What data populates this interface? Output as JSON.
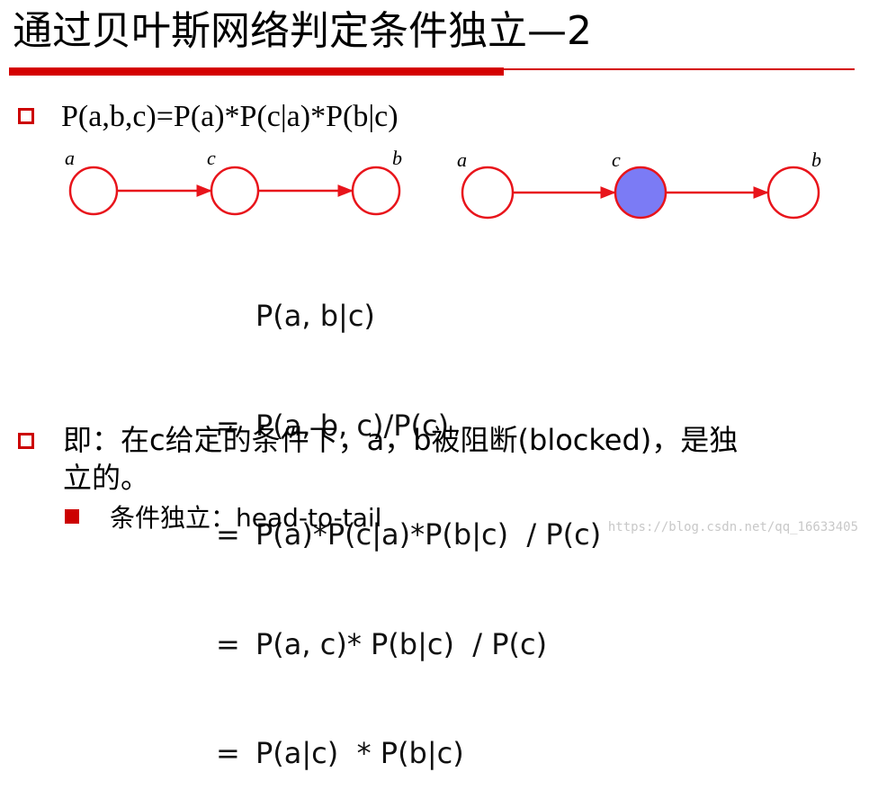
{
  "slide": {
    "title": "通过贝叶斯网络判定条件独立—2",
    "formula_line": "P(a,b,c)=P(a)*P(c|a)*P(b|c)",
    "diagram_labels": {
      "left": [
        "a",
        "c",
        "b"
      ],
      "right": [
        "a",
        "c",
        "b"
      ]
    },
    "equations": [
      {
        "prefix": "",
        "expr": "P(a, b|c)"
      },
      {
        "prefix": "=",
        "expr": "P(a, b, c)/P(c)"
      },
      {
        "prefix": "=",
        "expr": "P(a)*P(c|a)*P(b|c)  / P(c)"
      },
      {
        "prefix": "=",
        "expr": "P(a, c)* P(b|c)  / P(c)"
      },
      {
        "prefix": "=",
        "expr": "P(a|c)  * P(b|c)"
      }
    ],
    "conclusion_line1": "即：在c给定的条件下，a，b被阻断(blocked)，是独",
    "conclusion_line2": "立的。",
    "sub_bullet": "条件独立：head-to-tail",
    "watermark": "https://blog.csdn.net/qq_16633405"
  },
  "colors": {
    "accent_red": "#cc0000",
    "node_stroke": "#e8141b",
    "observed_fill": "#7b7bf5",
    "rule_red": "#d40000"
  }
}
